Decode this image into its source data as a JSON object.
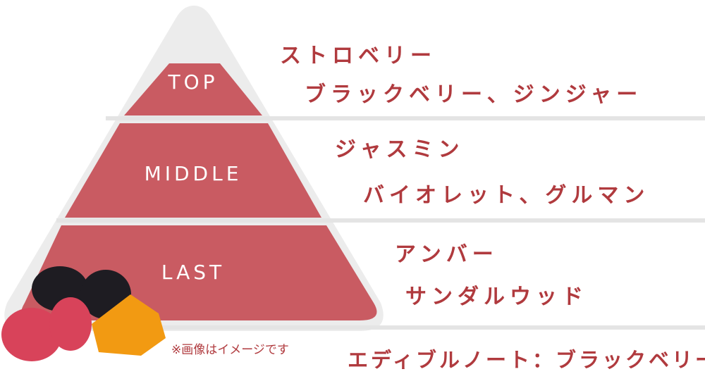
{
  "colors": {
    "pyramid": "#c95b62",
    "frame": "#ececec",
    "text": "#b03a3e"
  },
  "tiers": [
    {
      "label": "TOP",
      "notes": [
        "ストロベリー",
        "ブラックベリー、ジンジャー"
      ]
    },
    {
      "label": "MIDDLE",
      "notes": [
        "ジャスミン",
        "バイオレット、グルマン"
      ]
    },
    {
      "label": "LAST",
      "notes": [
        "アンバー",
        "サンダルウッド"
      ]
    }
  ],
  "edible_note": "エディブルノート：ブラックベリー",
  "disclaimer": "※画像はイメージです"
}
